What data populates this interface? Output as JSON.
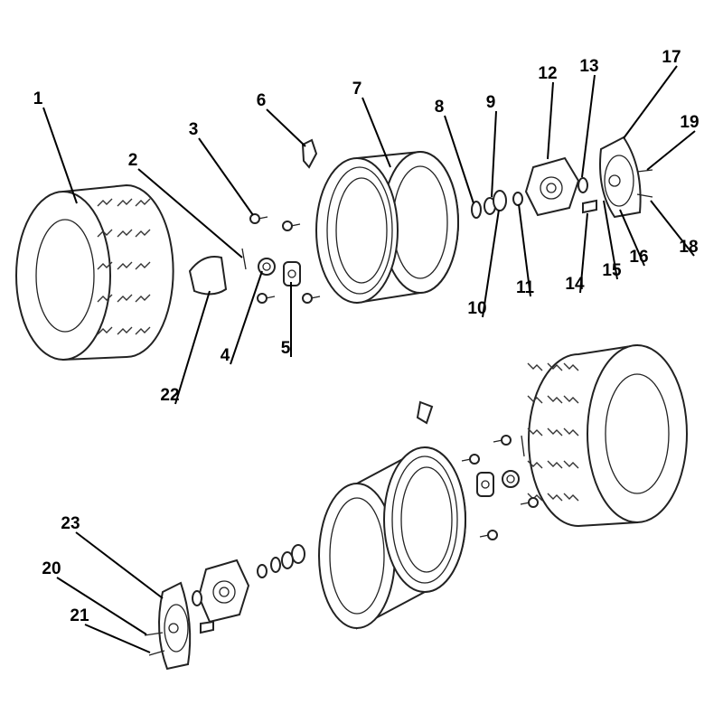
{
  "diagram": {
    "type": "exploded parts diagram",
    "callouts": [
      "1",
      "2",
      "3",
      "4",
      "5",
      "6",
      "7",
      "8",
      "9",
      "10",
      "11",
      "12",
      "13",
      "14",
      "15",
      "16",
      "17",
      "18",
      "19",
      "20",
      "21",
      "22",
      "23"
    ]
  }
}
